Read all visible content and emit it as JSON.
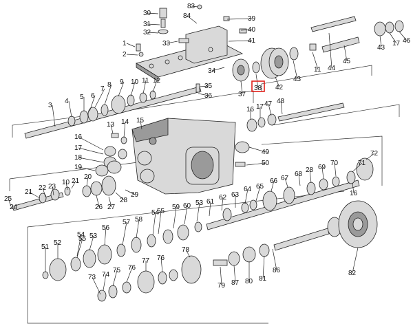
{
  "highlight_color": "#e0201b",
  "highlighted": "38",
  "labels": [
    {
      "id": "83",
      "t": "83"
    },
    {
      "id": "30",
      "t": "30"
    },
    {
      "id": "84",
      "t": "84"
    },
    {
      "id": "39",
      "t": "39"
    },
    {
      "id": "31",
      "t": "31"
    },
    {
      "id": "40",
      "t": "40"
    },
    {
      "id": "32",
      "t": "32"
    },
    {
      "id": "41",
      "t": "41"
    },
    {
      "id": "33",
      "t": "33"
    },
    {
      "id": "1",
      "t": "1"
    },
    {
      "id": "2",
      "t": "2"
    },
    {
      "id": "34",
      "t": "34"
    },
    {
      "id": "37",
      "t": "37"
    },
    {
      "id": "38",
      "t": "38"
    },
    {
      "id": "42",
      "t": "42"
    },
    {
      "id": "43a",
      "t": "43"
    },
    {
      "id": "11",
      "t": "11"
    },
    {
      "id": "44",
      "t": "44"
    },
    {
      "id": "45",
      "t": "45"
    },
    {
      "id": "43b",
      "t": "43"
    },
    {
      "id": "17a",
      "t": "17"
    },
    {
      "id": "46",
      "t": "46"
    },
    {
      "id": "35",
      "t": "35"
    },
    {
      "id": "36",
      "t": "36"
    },
    {
      "id": "12",
      "t": "12"
    },
    {
      "id": "11b",
      "t": "11"
    },
    {
      "id": "10",
      "t": "10"
    },
    {
      "id": "9",
      "t": "9"
    },
    {
      "id": "8",
      "t": "8"
    },
    {
      "id": "7",
      "t": "7"
    },
    {
      "id": "6",
      "t": "6"
    },
    {
      "id": "5",
      "t": "5"
    },
    {
      "id": "4",
      "t": "4"
    },
    {
      "id": "3",
      "t": "3"
    },
    {
      "id": "16a",
      "t": "16"
    },
    {
      "id": "17b",
      "t": "17"
    },
    {
      "id": "47",
      "t": "47"
    },
    {
      "id": "48",
      "t": "48"
    },
    {
      "id": "13",
      "t": "13"
    },
    {
      "id": "14",
      "t": "14"
    },
    {
      "id": "15",
      "t": "15"
    },
    {
      "id": "16b",
      "t": "16"
    },
    {
      "id": "17c",
      "t": "17"
    },
    {
      "id": "18",
      "t": "18"
    },
    {
      "id": "19",
      "t": "19"
    },
    {
      "id": "49",
      "t": "49"
    },
    {
      "id": "50",
      "t": "50"
    },
    {
      "id": "20",
      "t": "20"
    },
    {
      "id": "21a",
      "t": "21"
    },
    {
      "id": "22",
      "t": "22"
    },
    {
      "id": "23",
      "t": "23"
    },
    {
      "id": "10b",
      "t": "10"
    },
    {
      "id": "21b",
      "t": "21"
    },
    {
      "id": "25",
      "t": "25"
    },
    {
      "id": "24",
      "t": "24"
    },
    {
      "id": "26",
      "t": "26"
    },
    {
      "id": "27",
      "t": "27"
    },
    {
      "id": "28a",
      "t": "28"
    },
    {
      "id": "29",
      "t": "29"
    },
    {
      "id": "72",
      "t": "72"
    },
    {
      "id": "71",
      "t": "71"
    },
    {
      "id": "70",
      "t": "70"
    },
    {
      "id": "69",
      "t": "69"
    },
    {
      "id": "28b",
      "t": "28"
    },
    {
      "id": "68",
      "t": "68"
    },
    {
      "id": "67",
      "t": "67"
    },
    {
      "id": "66",
      "t": "66"
    },
    {
      "id": "65",
      "t": "65"
    },
    {
      "id": "64",
      "t": "64"
    },
    {
      "id": "63",
      "t": "63"
    },
    {
      "id": "62",
      "t": "62"
    },
    {
      "id": "61",
      "t": "61"
    },
    {
      "id": "53a",
      "t": "53"
    },
    {
      "id": "60",
      "t": "60"
    },
    {
      "id": "59",
      "t": "59"
    },
    {
      "id": "16c",
      "t": "16"
    },
    {
      "id": "55a",
      "t": "55"
    },
    {
      "id": "54a",
      "t": "54"
    },
    {
      "id": "58",
      "t": "58"
    },
    {
      "id": "57",
      "t": "57"
    },
    {
      "id": "56",
      "t": "56"
    },
    {
      "id": "53b",
      "t": "53"
    },
    {
      "id": "55b",
      "t": "55"
    },
    {
      "id": "54b",
      "t": "54"
    },
    {
      "id": "52",
      "t": "52"
    },
    {
      "id": "51",
      "t": "51"
    },
    {
      "id": "78",
      "t": "78"
    },
    {
      "id": "77",
      "t": "77"
    },
    {
      "id": "76a",
      "t": "76"
    },
    {
      "id": "76b",
      "t": "76"
    },
    {
      "id": "75",
      "t": "75"
    },
    {
      "id": "74",
      "t": "74"
    },
    {
      "id": "73",
      "t": "73"
    },
    {
      "id": "79",
      "t": "79"
    },
    {
      "id": "87",
      "t": "87"
    },
    {
      "id": "80",
      "t": "80"
    },
    {
      "id": "81",
      "t": "81"
    },
    {
      "id": "86",
      "t": "86"
    },
    {
      "id": "82",
      "t": "82"
    }
  ]
}
